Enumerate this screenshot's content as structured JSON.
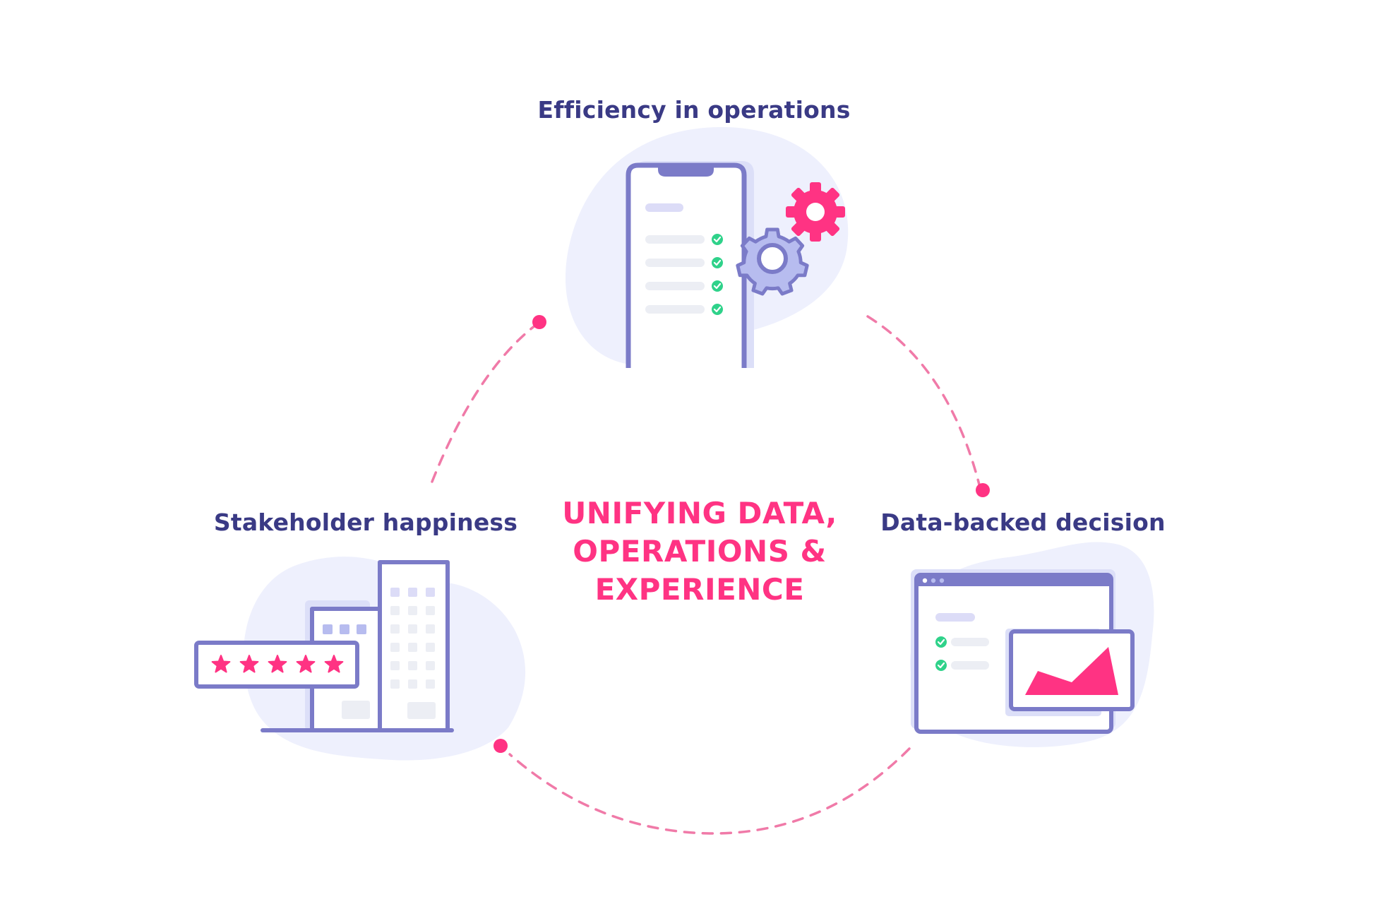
{
  "center_title": {
    "line1": "UNIFYING DATA,",
    "line2": "OPERATIONS &",
    "line3": "EXPERIENCE"
  },
  "nodes": {
    "top": {
      "label": "Efficiency in operations",
      "icon": "phone-checklist-gears-icon"
    },
    "left": {
      "label": "Stakeholder happiness",
      "icon": "buildings-rating-icon"
    },
    "right": {
      "label": "Data-backed decision",
      "icon": "dashboard-chart-icon"
    }
  },
  "rating": {
    "stars": 5,
    "max": 5
  },
  "colors": {
    "label": "#3a3a85",
    "accent": "#ff3383",
    "outline": "#7b7bc8",
    "outline_light": "#a9aee8",
    "blob": "#eef0fd",
    "line_gray": "#eceef4",
    "check": "#2fd28a",
    "dash": "#f07aa8"
  }
}
